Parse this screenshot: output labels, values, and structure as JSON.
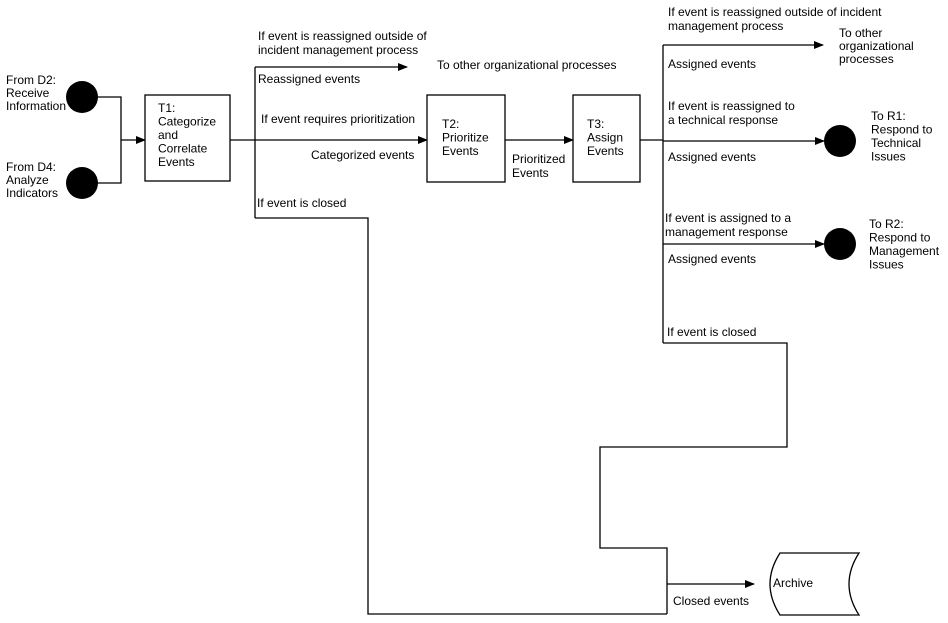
{
  "inputs": {
    "d2": [
      "From D2:",
      "Receive",
      "Information"
    ],
    "d4": [
      "From D4:",
      "Analyze",
      "Indicators"
    ]
  },
  "tasks": {
    "t1": [
      "T1:",
      "Categorize",
      "and",
      "Correlate",
      "Events"
    ],
    "t2": [
      "T2:",
      "Prioritize",
      "Events"
    ],
    "t3": [
      "T3:",
      "Assign",
      "Events"
    ]
  },
  "t1_branches": {
    "reassigned_condition": [
      "If event is reassigned outside of",
      "incident management process"
    ],
    "reassigned_label": "Reassigned events",
    "reassigned_target": "To other organizational processes",
    "prioritization_condition": "If event requires prioritization",
    "categorized_label": "Categorized events",
    "closed_condition": "If event is closed"
  },
  "t2_output": [
    "Prioritized",
    "Events"
  ],
  "t3_branches": {
    "outside_condition": [
      "If event is reassigned outside of incident",
      "management process"
    ],
    "outside_label": "Assigned events",
    "outside_target": [
      "To other",
      "organizational",
      "processes"
    ],
    "technical_condition": [
      "If event is reassigned to",
      "a technical response"
    ],
    "technical_label": "Assigned events",
    "technical_target": [
      "To R1:",
      "Respond to",
      "Technical",
      "Issues"
    ],
    "management_condition": [
      "If event is assigned to a",
      "management response"
    ],
    "management_label": "Assigned events",
    "management_target": [
      "To R2:",
      "Respond to",
      "Management",
      "Issues"
    ],
    "closed_condition": "If event is closed"
  },
  "archive": {
    "label": "Archive",
    "input_label": "Closed events"
  }
}
